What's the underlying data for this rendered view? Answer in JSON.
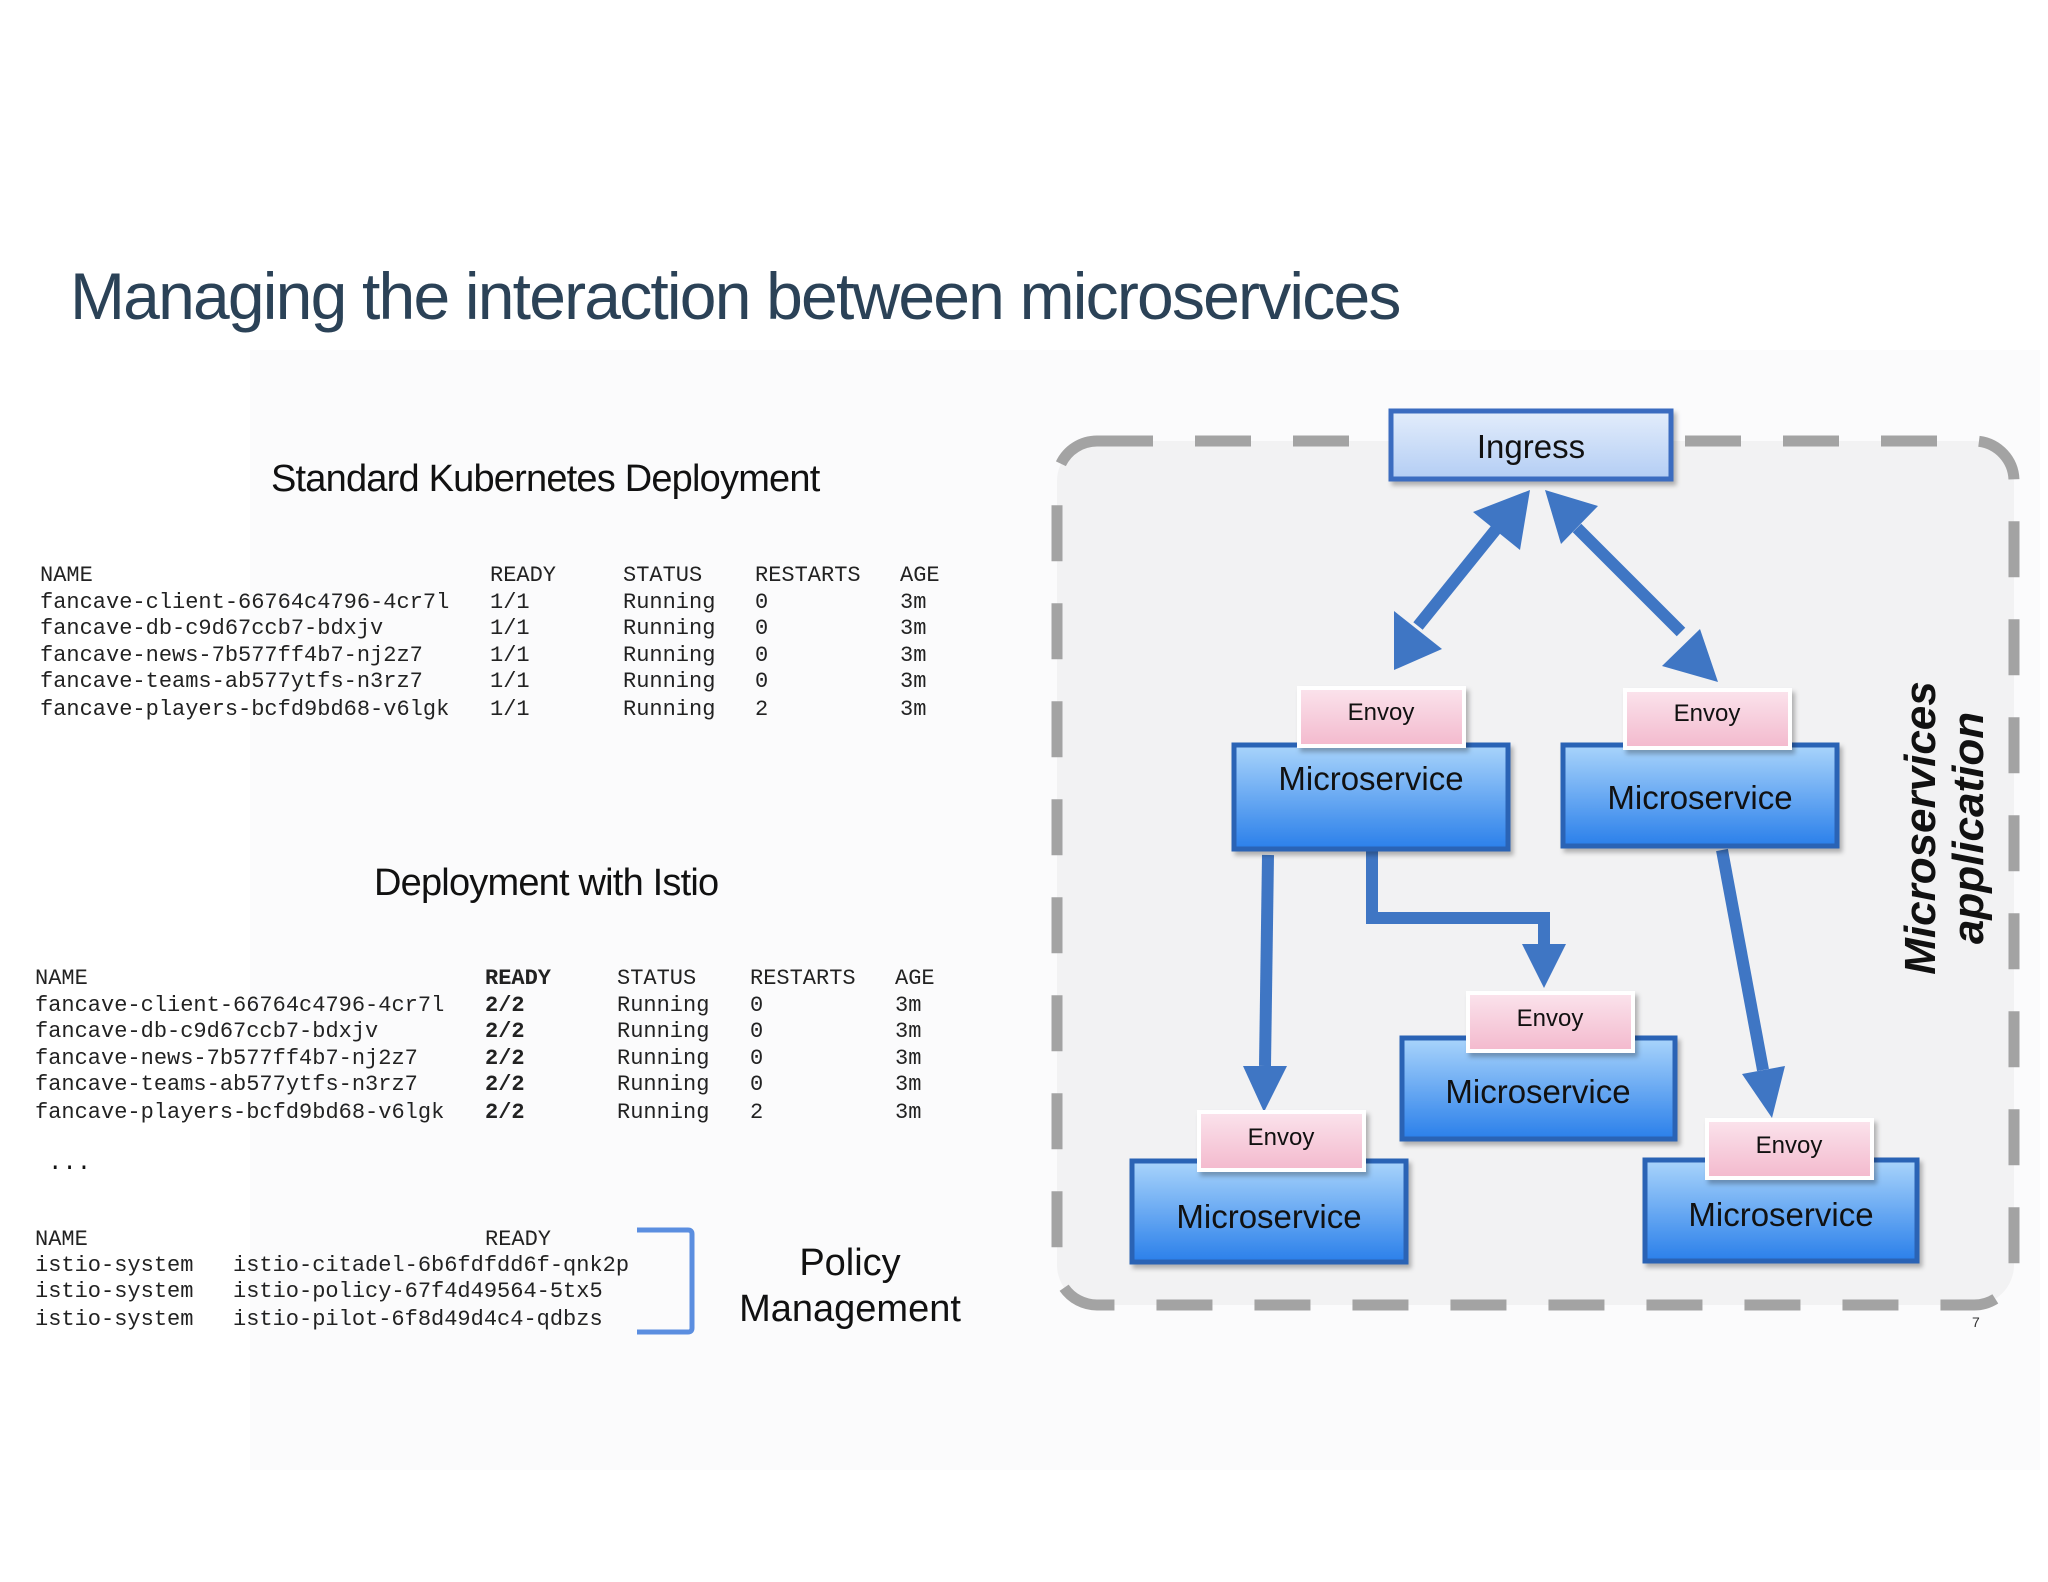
{
  "title": "Managing the interaction between microservices",
  "standard": {
    "heading": "Standard Kubernetes Deployment",
    "headers": [
      "NAME",
      "READY",
      "STATUS",
      "RESTARTS",
      "AGE"
    ],
    "rows": [
      [
        "fancave-client-66764c4796-4cr7l",
        "1/1",
        "Running",
        "0",
        "3m"
      ],
      [
        "fancave-db-c9d67ccb7-bdxjv",
        "1/1",
        "Running",
        "0",
        "3m"
      ],
      [
        "fancave-news-7b577ff4b7-nj2z7",
        "1/1",
        "Running",
        "0",
        "3m"
      ],
      [
        "fancave-teams-ab577ytfs-n3rz7",
        "1/1",
        "Running",
        "0",
        "3m"
      ],
      [
        "fancave-players-bcfd9bd68-v6lgk",
        "1/1",
        "Running",
        "2",
        "3m"
      ]
    ]
  },
  "istio": {
    "heading": "Deployment with Istio",
    "headers": [
      "NAME",
      "READY",
      "STATUS",
      "RESTARTS",
      "AGE"
    ],
    "rows": [
      [
        "fancave-client-66764c4796-4cr7l",
        "2/2",
        "Running",
        "0",
        "3m"
      ],
      [
        "fancave-db-c9d67ccb7-bdxjv",
        "2/2",
        "Running",
        "0",
        "3m"
      ],
      [
        "fancave-news-7b577ff4b7-nj2z7",
        "2/2",
        "Running",
        "0",
        "3m"
      ],
      [
        "fancave-teams-ab577ytfs-n3rz7",
        "2/2",
        "Running",
        "0",
        "3m"
      ],
      [
        "fancave-players-bcfd9bd68-v6lgk",
        "2/2",
        "Running",
        "2",
        "3m"
      ]
    ]
  },
  "ellipsis": "...",
  "system": {
    "headers": [
      "NAME",
      "READY"
    ],
    "rows": [
      [
        "istio-system",
        "istio-citadel-6b6fdfdd6f-qnk2p"
      ],
      [
        "istio-system",
        "istio-policy-67f4d49564-5tx5"
      ],
      [
        "istio-system",
        "istio-pilot-6f8d49d4c4-qdbzs"
      ]
    ]
  },
  "policy_label": {
    "line1": "Policy",
    "line2": "Management"
  },
  "diagram": {
    "ingress_label": "Ingress",
    "envoy_label": "Envoy",
    "microservice_label": "Microservice",
    "side_label_line1": "Microservices",
    "side_label_line2": "application",
    "colors": {
      "arrow": "#3f76c4",
      "microservice_top": "#a9d4fb",
      "microservice_bottom": "#2a7fea",
      "envoy": "#f7cfdc",
      "ingress": "#c9dcf8",
      "border": "#a0a0a0"
    }
  },
  "page_number": "7"
}
